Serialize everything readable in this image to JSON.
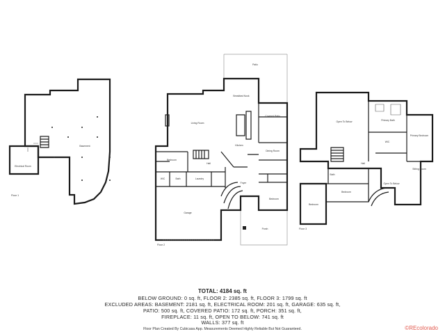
{
  "floors": {
    "floor1_label": "Floor 1",
    "floor2_label": "Floor 2",
    "floor3_label": "Floor 3"
  },
  "rooms": {
    "electrical_room": "Electrical Room",
    "basement": "Basement",
    "patio": "Patio",
    "breakfast_nook": "Breakfast Nook",
    "living_room": "Living Room",
    "covered_patio": "Covered Patio",
    "kitchen": "Kitchen",
    "dining_room": "Dining Room",
    "bedroom_f2_left": "Bedroom",
    "hall_f2": "Hall",
    "wic_f2": "WIC",
    "bath_f2": "Bath",
    "laundry_f2": "Laundry",
    "foyer_f2": "Foyer",
    "bedroom_f2_right": "Bedroom",
    "garage": "Garage",
    "porch": "Porch",
    "open_to_below_f3": "Open To Below",
    "primary_bath": "Primary Bath",
    "primary_bedroom": "Primary Bedroom",
    "wic_f3": "WIC",
    "hall_f3": "Hall",
    "bath_f3": "Bath",
    "bedroom_f3_a": "Bedroom",
    "bedroom_f3_b": "Bedroom",
    "open_to_below_f3_b": "Open To Below",
    "sitting_room": "Sitting Room"
  },
  "summary": {
    "total": "TOTAL: 4184 sq. ft",
    "line1": "BELOW GROUND: 0 sq. ft, FLOOR 2: 2385 sq. ft, FLOOR 3: 1799 sq. ft",
    "line2": "EXCLUDED AREAS: BASEMENT: 2181 sq. ft, ELECTRICAL ROOM: 201 sq. ft, GARAGE: 635 sq. ft,",
    "line3": "PATIO: 500 sq. ft, COVERED PATIO: 172 sq. ft, PORCH: 351 sq. ft,",
    "line4": "FIREPLACE: 11 sq. ft, OPEN TO BELOW: 741 sq. ft",
    "line5": "WALLS: 377 sq. ft"
  },
  "footer": {
    "note": "Floor Plan Created By Cubicasa App. Measurements Deemed Highly Reliable But Not Guaranteed.",
    "brand": "©REcolorado",
    "brand_color": "#e2574c"
  }
}
